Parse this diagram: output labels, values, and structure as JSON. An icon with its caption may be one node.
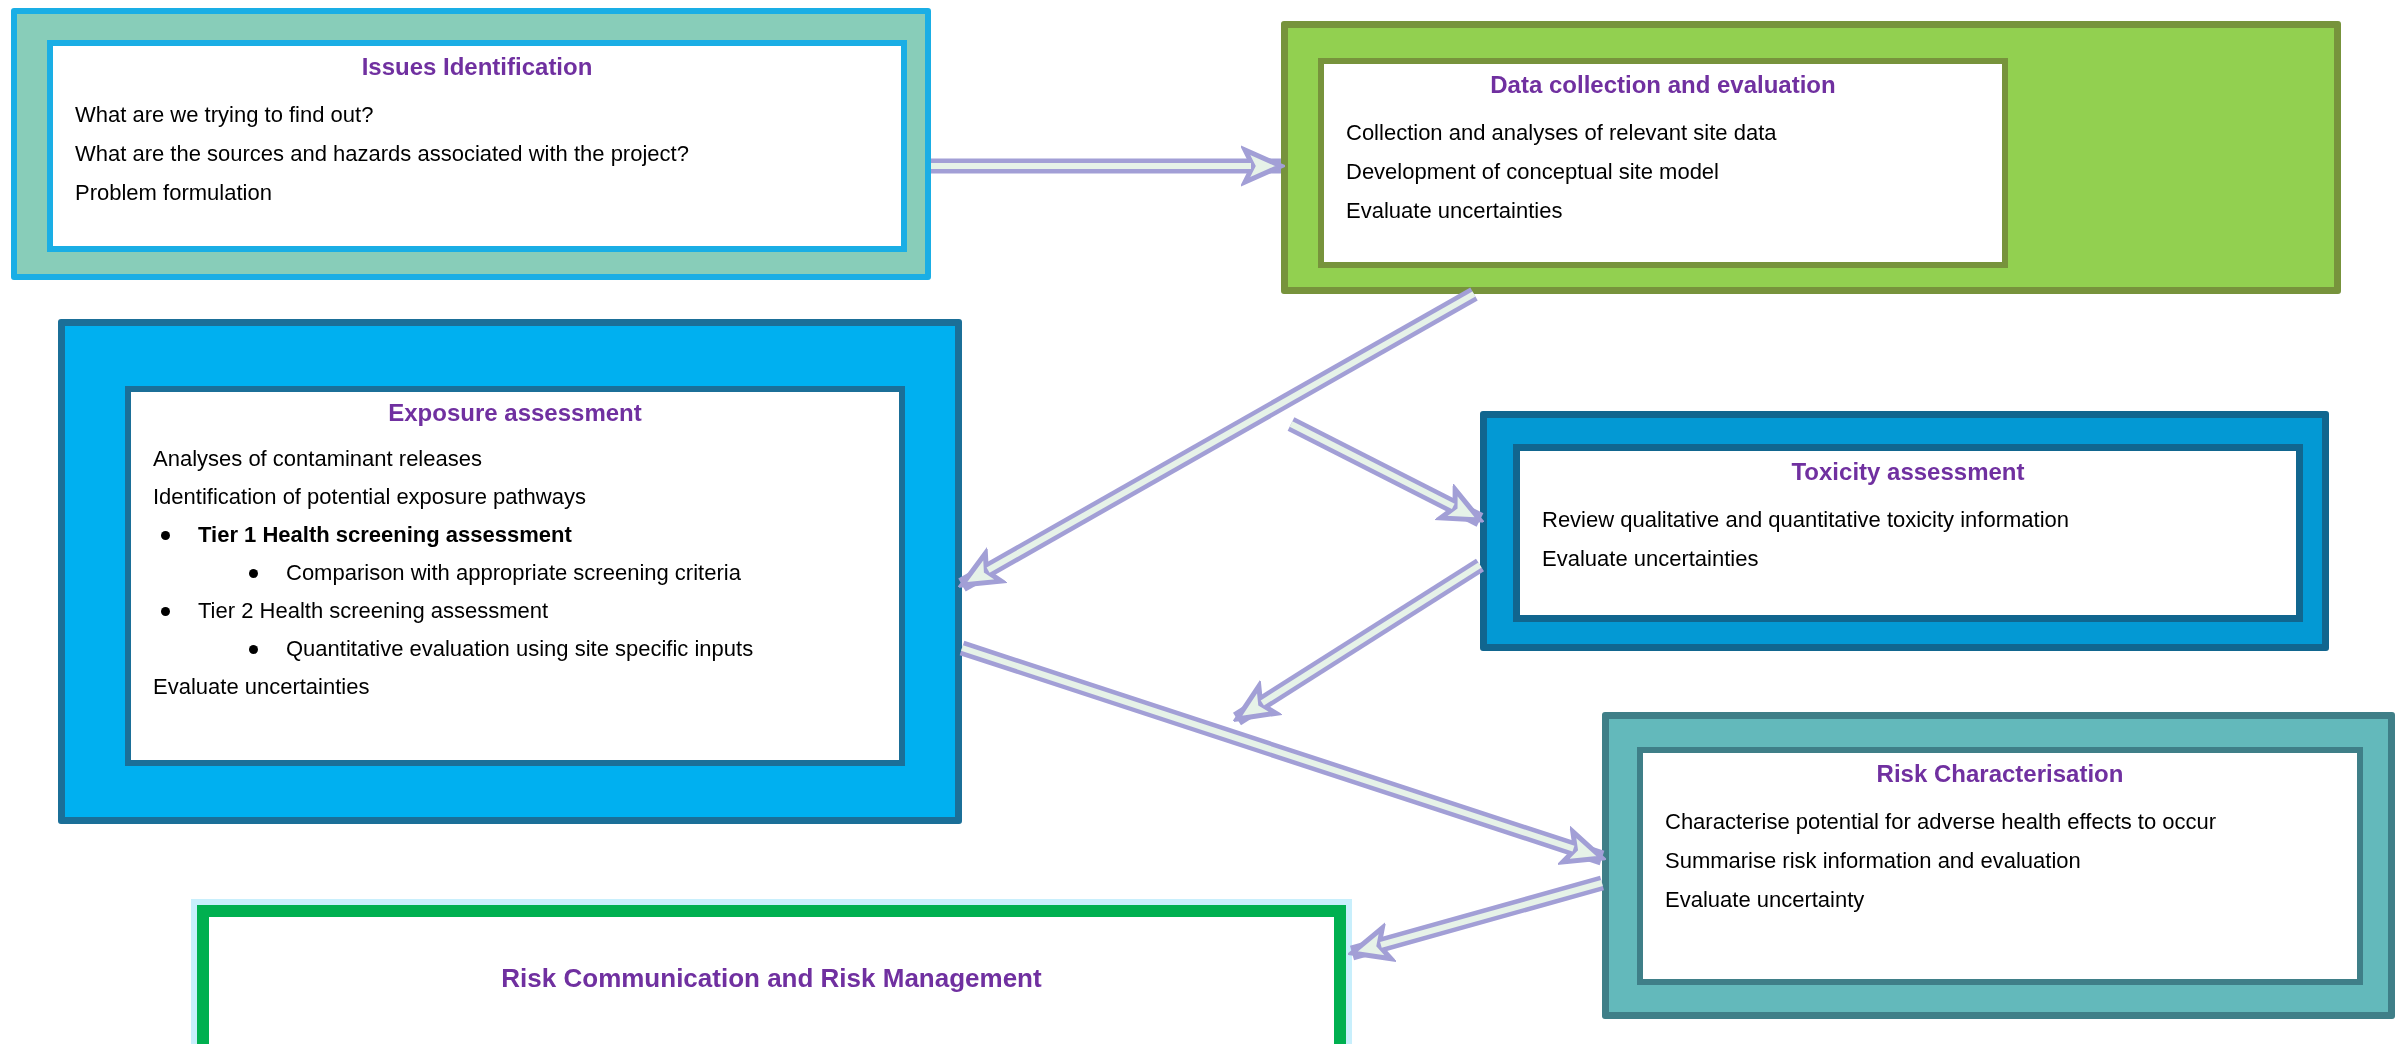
{
  "diagram": {
    "nodes": [
      {
        "text": [
          "Issues Identification",
          "What are we trying to find out?",
          "What are the sources and hazards associated with the project?",
          "Problem formulation"
        ]
      },
      {
        "text": [
          "Data collection and evaluation",
          "Collection and analyses of relevant site data",
          "Development of conceptual site model",
          "Evaluate uncertainties"
        ]
      },
      {
        "text": [
          "Exposure assessment",
          "Analyses of contaminant releases",
          "Identification of potential exposure pathways",
          "**Tier 1 Health screening assessment**",
          "Comparison with appropriate screening criteria",
          "Tier 2 Health screening assessment",
          "Quantitative evaluation using site specific inputs",
          "Evaluate uncertainties"
        ]
      },
      {
        "text": [
          "Toxicity assessment",
          "Review qualitative and quantitative toxicity information",
          "Evaluate uncertainties"
        ]
      },
      {
        "text": [
          "Risk Characterisation",
          "Characterise potential for adverse health effects to occur",
          "Summarise risk information and evaluation",
          "Evaluate uncertainty"
        ]
      },
      {
        "text": [
          "Risk Communication and Risk Management"
        ]
      }
    ],
    "edges": [
      {
        "from": 0,
        "to": 1,
        "arrow": "to"
      },
      {
        "from": 1,
        "to": 2,
        "arrow": "to"
      },
      {
        "from": null,
        "to": 3,
        "arrow": "to"
      },
      {
        "from": 3,
        "to": null,
        "arrow": "to"
      },
      {
        "from": 2,
        "to": 4,
        "arrow": "to"
      },
      {
        "from": 4,
        "to": 5,
        "arrow": "to"
      }
    ]
  }
}
